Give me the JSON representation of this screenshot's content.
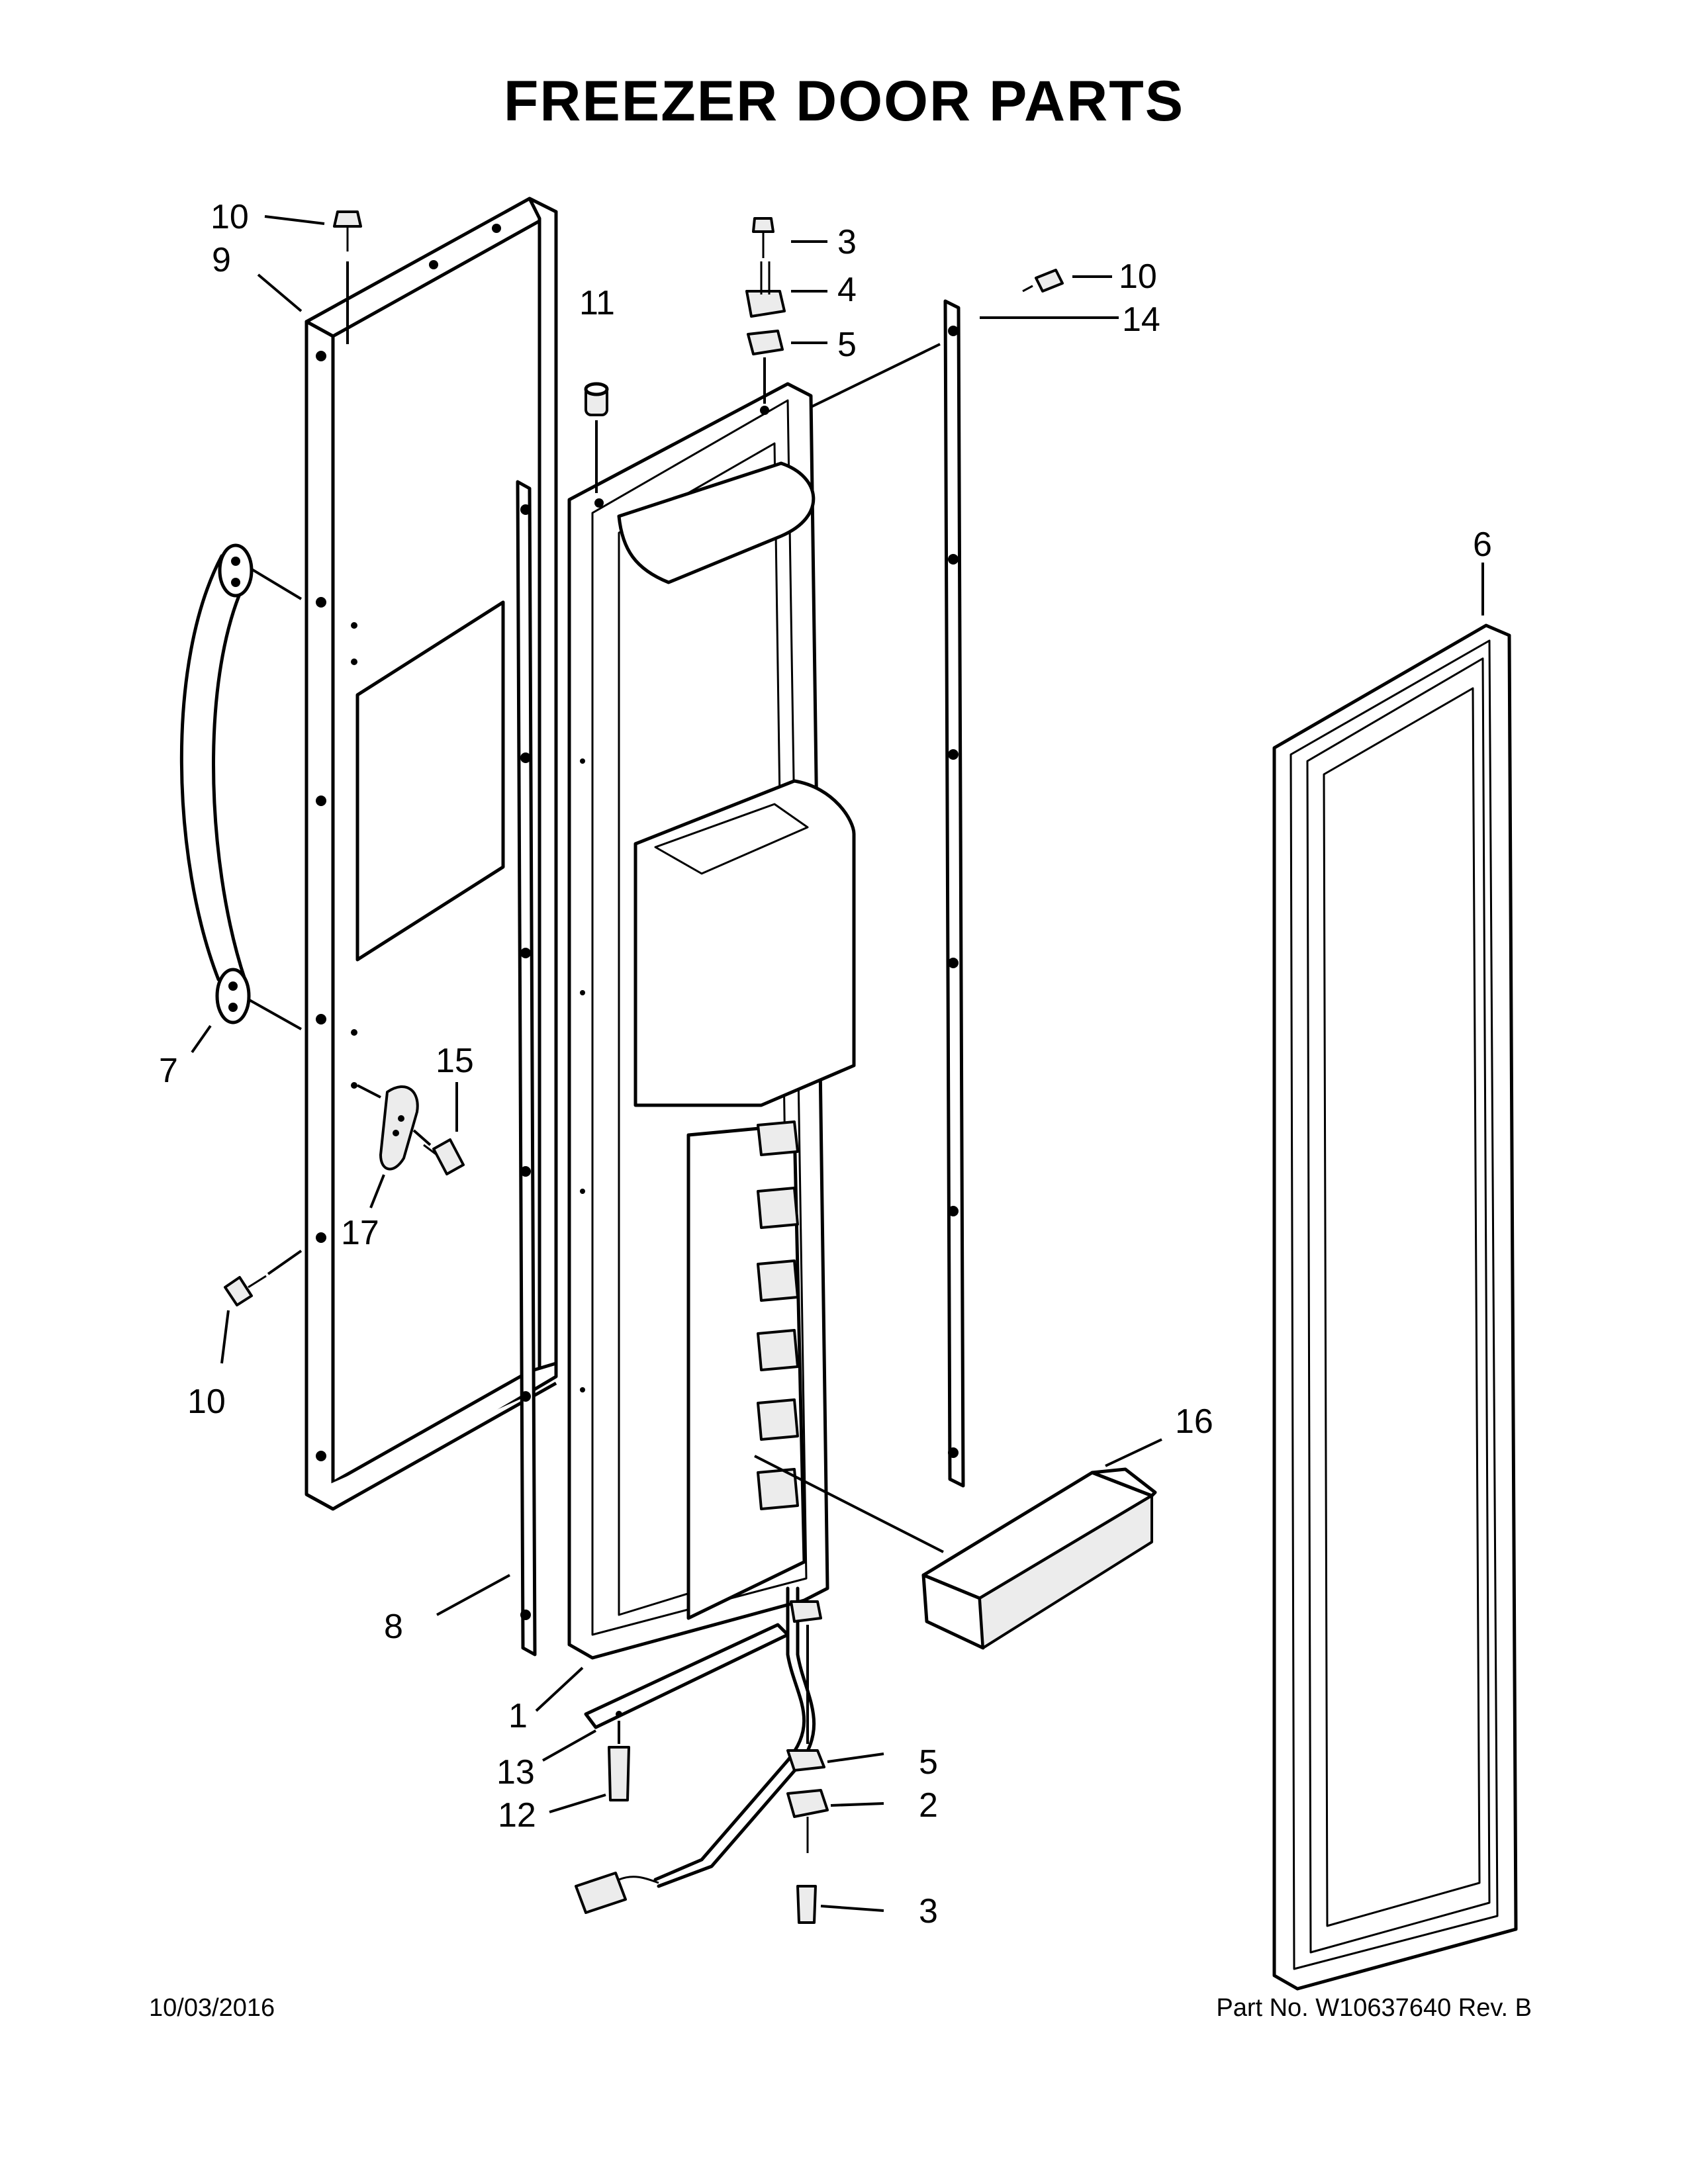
{
  "title": "FREEZER DOOR PARTS",
  "footer": {
    "date": "10/03/2016",
    "part_number": "Part No.  W10637640  Rev.  B"
  },
  "callouts": {
    "c1": "1",
    "c2": "2",
    "c3_top": "3",
    "c3_bottom": "3",
    "c4": "4",
    "c5_top": "5",
    "c5_bottom": "5",
    "c6": "6",
    "c7": "7",
    "c8": "8",
    "c9": "9",
    "c10_top_left": "10",
    "c10_top_right": "10",
    "c10_bottom_left": "10",
    "c11": "11",
    "c12": "12",
    "c13": "13",
    "c14": "14",
    "c15": "15",
    "c16": "16",
    "c17": "17"
  }
}
